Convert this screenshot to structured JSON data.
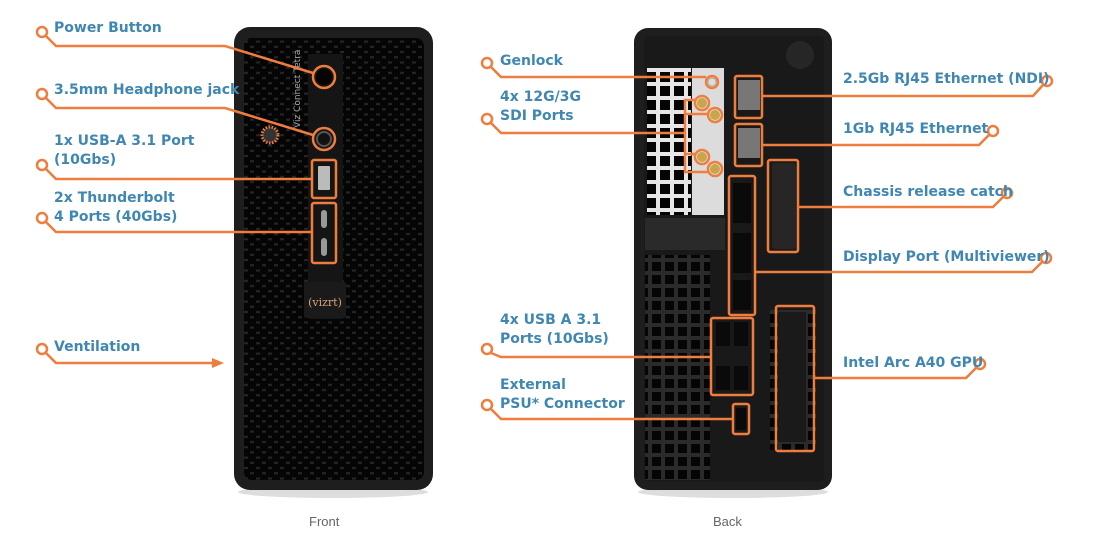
{
  "colors": {
    "accent": "#ef7d3d",
    "label": "#3f87b2",
    "case": "#1c1c1c"
  },
  "front": {
    "caption": "Front",
    "brand_logo": "vizrt",
    "side_text": "Viz Connect Tetra",
    "labels": {
      "power": "Power Button",
      "headphone": "3.5mm Headphone jack",
      "usb_a_1": "1x USB-A 3.1 Port",
      "usb_a_2": "(10Gbs)",
      "tb_1": "2x Thunderbolt",
      "tb_2": "4 Ports (40Gbs)",
      "vent": "Ventilation"
    }
  },
  "back": {
    "caption": "Back",
    "labels": {
      "genlock": "Genlock",
      "sdi_1": "4x 12G/3G",
      "sdi_2": "SDI Ports",
      "usb_1": "4x USB A 3.1",
      "usb_2": "Ports (10Gbs)",
      "psu_1": "External",
      "psu_2": "PSU* Connector",
      "eth25": "2.5Gb RJ45 Ethernet (NDI)",
      "eth1": "1Gb RJ45 Ethernet",
      "chassis": "Chassis release catch",
      "dp": "Display Port (Multiviewer)",
      "gpu": "Intel Arc A40 GPU"
    }
  }
}
